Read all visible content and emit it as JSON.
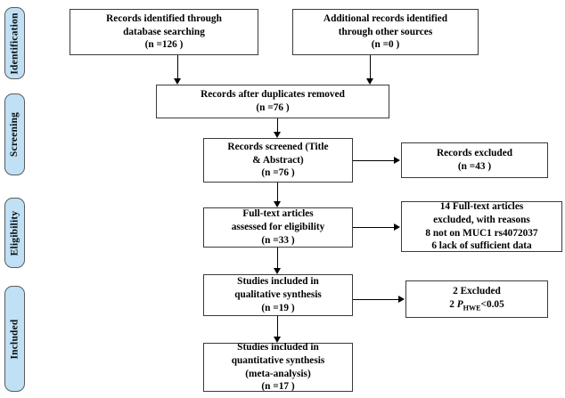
{
  "diagram": {
    "title": "PRISMA study selection flow diagram",
    "type": "flowchart",
    "colors": {
      "stage_pill_fill": "#bfe0f5",
      "stage_pill_border": "#5b5b5b",
      "box_border": "#3a3a3a",
      "box_fill": "#ffffff",
      "connector": "#000000",
      "text": "#000000"
    }
  },
  "stages": [
    {
      "id": "identification",
      "label": "Identification"
    },
    {
      "id": "screening",
      "label": "Screening"
    },
    {
      "id": "eligibility",
      "label": "Eligibility"
    },
    {
      "id": "included",
      "label": "Included"
    }
  ],
  "boxes": {
    "records_identified": {
      "line1": "Records identified through",
      "line2": "database searching",
      "line3": "(n =126   )",
      "n": 126
    },
    "additional_records": {
      "line1": "Additional records identified",
      "line2": "through other sources",
      "line3": "(n =0   )",
      "n": 0
    },
    "duplicates_removed": {
      "line1": "Records after duplicates removed",
      "line2": "(n =76   )",
      "n": 76
    },
    "records_screened": {
      "line1": "Records screened (Title",
      "line2": "& Abstract)",
      "line3": "(n =76   )",
      "n": 76
    },
    "records_excluded": {
      "line1": "Records excluded",
      "line2": "(n =43   )",
      "n": 43
    },
    "fulltext_assessed": {
      "line1": "Full-text articles",
      "line2": "assessed for eligibility",
      "line3": "(n =33   )",
      "n": 33
    },
    "fulltext_excluded": {
      "line1": "14 Full-text articles",
      "line2": "excluded, with reasons",
      "line3": "8 not on MUC1 rs4072037",
      "line4": "6 lack of sufficient data",
      "n": 14
    },
    "qualitative_synthesis": {
      "line1": "Studies included in",
      "line2": "qualitative synthesis",
      "line3": "(n =19   )",
      "n": 19
    },
    "hwe_excluded": {
      "line1": "2 Excluded",
      "line2_prefix": "2 ",
      "line2_var": "P",
      "line2_sub": "HWE",
      "line2_suffix": "<0.05",
      "n": 2
    },
    "quantitative_synthesis": {
      "line1": "Studies included in",
      "line2": "quantitative synthesis",
      "line3": "(meta-analysis)",
      "line4": "(n =17   )",
      "n": 17
    }
  }
}
